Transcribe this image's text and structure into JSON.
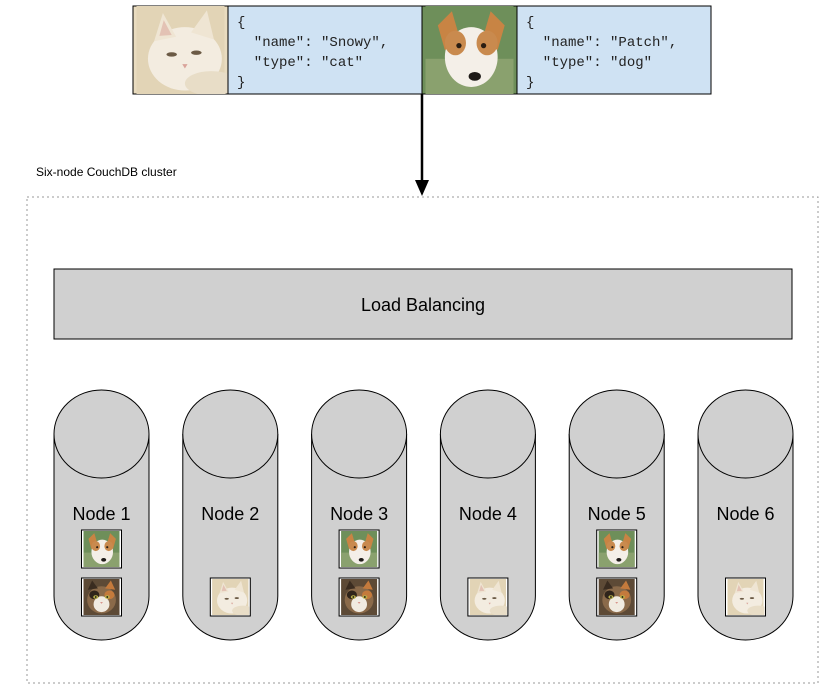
{
  "documents": [
    {
      "photo": "white-cat-photo",
      "json_lines": [
        "{",
        "  \"name\": \"Snowy\",",
        "  \"type\": \"cat\"",
        "}"
      ]
    },
    {
      "photo": "dog-photo",
      "json_lines": [
        "{",
        "  \"name\": \"Patch\",",
        "  \"type\": \"dog\"",
        "}"
      ]
    }
  ],
  "cluster_label": "Six-node CouchDB cluster",
  "load_balancer_label": "Load Balancing",
  "nodes": [
    {
      "label": "Node 1",
      "contents": [
        "dog",
        "calico-cat"
      ]
    },
    {
      "label": "Node 2",
      "contents": [
        "white-cat"
      ]
    },
    {
      "label": "Node 3",
      "contents": [
        "dog",
        "calico-cat"
      ]
    },
    {
      "label": "Node 4",
      "contents": [
        "white-cat"
      ]
    },
    {
      "label": "Node 5",
      "contents": [
        "dog",
        "calico-cat"
      ]
    },
    {
      "label": "Node 6",
      "contents": [
        "white-cat"
      ]
    }
  ],
  "colors": {
    "json_box": "#cfe2f3",
    "gray_fill": "#d0d0d0",
    "stroke": "#000000",
    "dotted_border": "#999999"
  }
}
